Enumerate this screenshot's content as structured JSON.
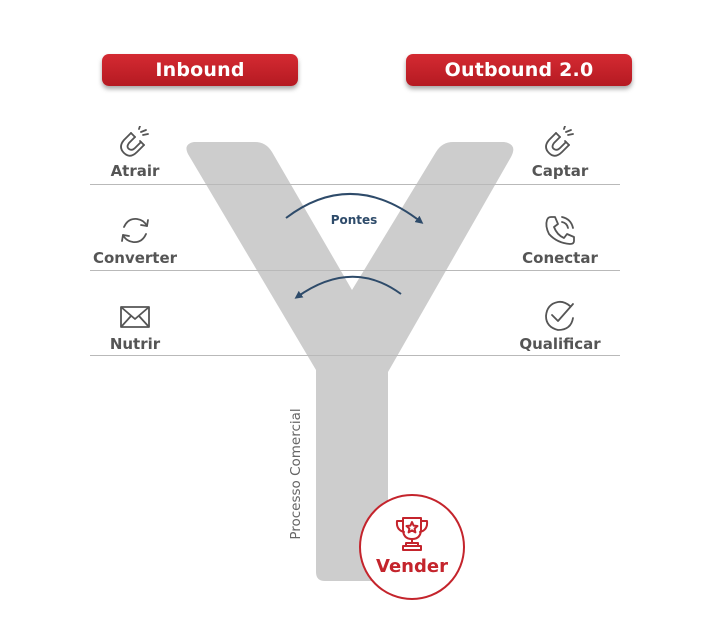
{
  "headers": {
    "left": "Inbound",
    "right": "Outbound 2.0"
  },
  "inbound_steps": [
    {
      "label": "Atrair",
      "icon": "magnet-icon"
    },
    {
      "label": "Converter",
      "icon": "refresh-icon"
    },
    {
      "label": "Nutrir",
      "icon": "envelope-icon"
    }
  ],
  "outbound_steps": [
    {
      "label": "Captar",
      "icon": "magnet-icon"
    },
    {
      "label": "Conectar",
      "icon": "phone-call-icon"
    },
    {
      "label": "Qualificar",
      "icon": "check-circle-icon"
    }
  ],
  "bridge_label": "Pontes",
  "funnel_label": "Processo Comercial",
  "final_step": {
    "label": "Vender",
    "icon": "trophy-icon"
  },
  "colors": {
    "accent_red": "#c4242c",
    "shape_gray": "#cdcdcd",
    "arrow_navy": "#2e4b6a",
    "text_gray": "#555555"
  }
}
